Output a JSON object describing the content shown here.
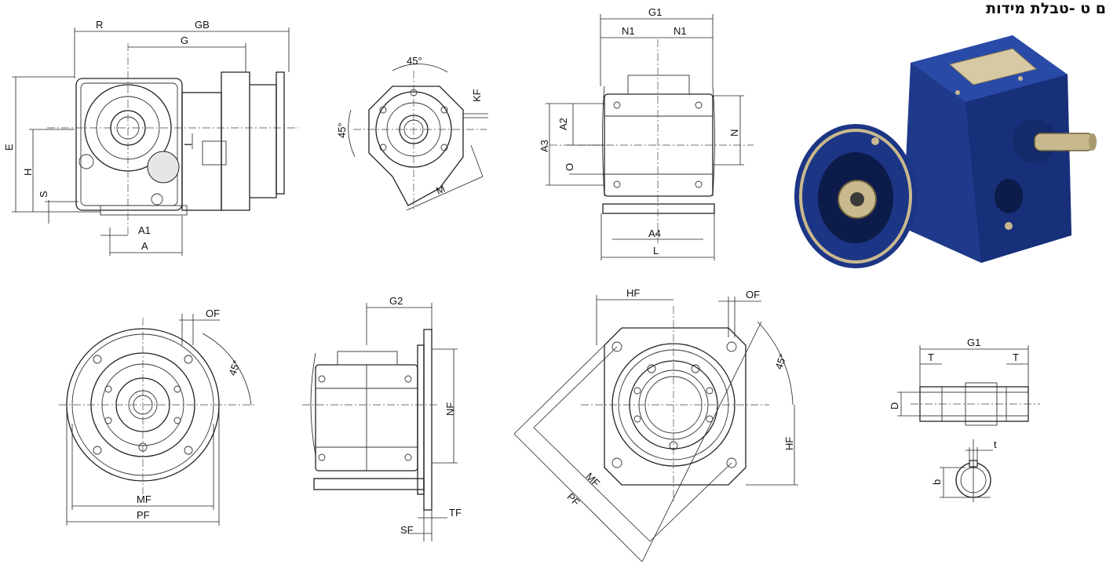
{
  "header": {
    "title": "ם ט -טבלת מידות"
  },
  "labels": {
    "R": "R",
    "GB": "GB",
    "G": "G",
    "E": "E",
    "H": "H",
    "S": "S",
    "I": "I",
    "A1": "A1",
    "A": "A",
    "ang45": "45°",
    "ang45b": "45°",
    "KF": "KF",
    "M": "M",
    "G1": "G1",
    "N1a": "N1",
    "N1b": "N1",
    "A2": "A2",
    "A3": "A3",
    "O": "O",
    "N": "N",
    "A4": "A4",
    "L": "L",
    "OF": "OF",
    "ang45c": "45°",
    "MF": "MF",
    "PF": "PF",
    "G2": "G2",
    "NF": "NF",
    "SF": "SF",
    "TF": "TF",
    "HF": "HF",
    "OF2": "OF",
    "ang45d": "45°",
    "HF2": "HF",
    "MF2": "MF",
    "PF2": "PF",
    "G1b": "G1",
    "T1": "T",
    "T2": "T",
    "D": "D",
    "t": "t",
    "b": "b"
  },
  "colors": {
    "housing_blue": "#1f3a8a",
    "metal": "#c9b98f",
    "line": "#222222"
  }
}
